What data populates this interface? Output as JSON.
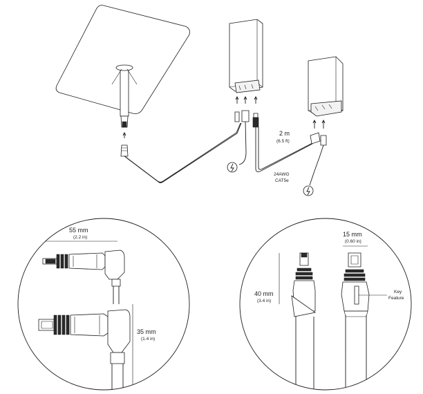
{
  "top": {
    "cable_length": "2 m",
    "cable_length_imperial": "(6.5 ft)",
    "cable_spec_line1": "24AWG",
    "cable_spec_line2": "CAT5e"
  },
  "left_detail": {
    "width_label": "55 mm",
    "width_label_imperial": "(2.2 in)",
    "height_label": "35 mm",
    "height_label_imperial": "(1.4 in)"
  },
  "right_detail": {
    "width_label": "15 mm",
    "width_label_imperial": "(0.60 in)",
    "height_label": "40 mm",
    "height_label_imperial": "(3.4 in)",
    "key_label_line1": "Key",
    "key_label_line2": "Feature"
  },
  "icons": [
    "power-bolt-icon",
    "power-bolt-icon",
    "up-arrow-icon"
  ]
}
